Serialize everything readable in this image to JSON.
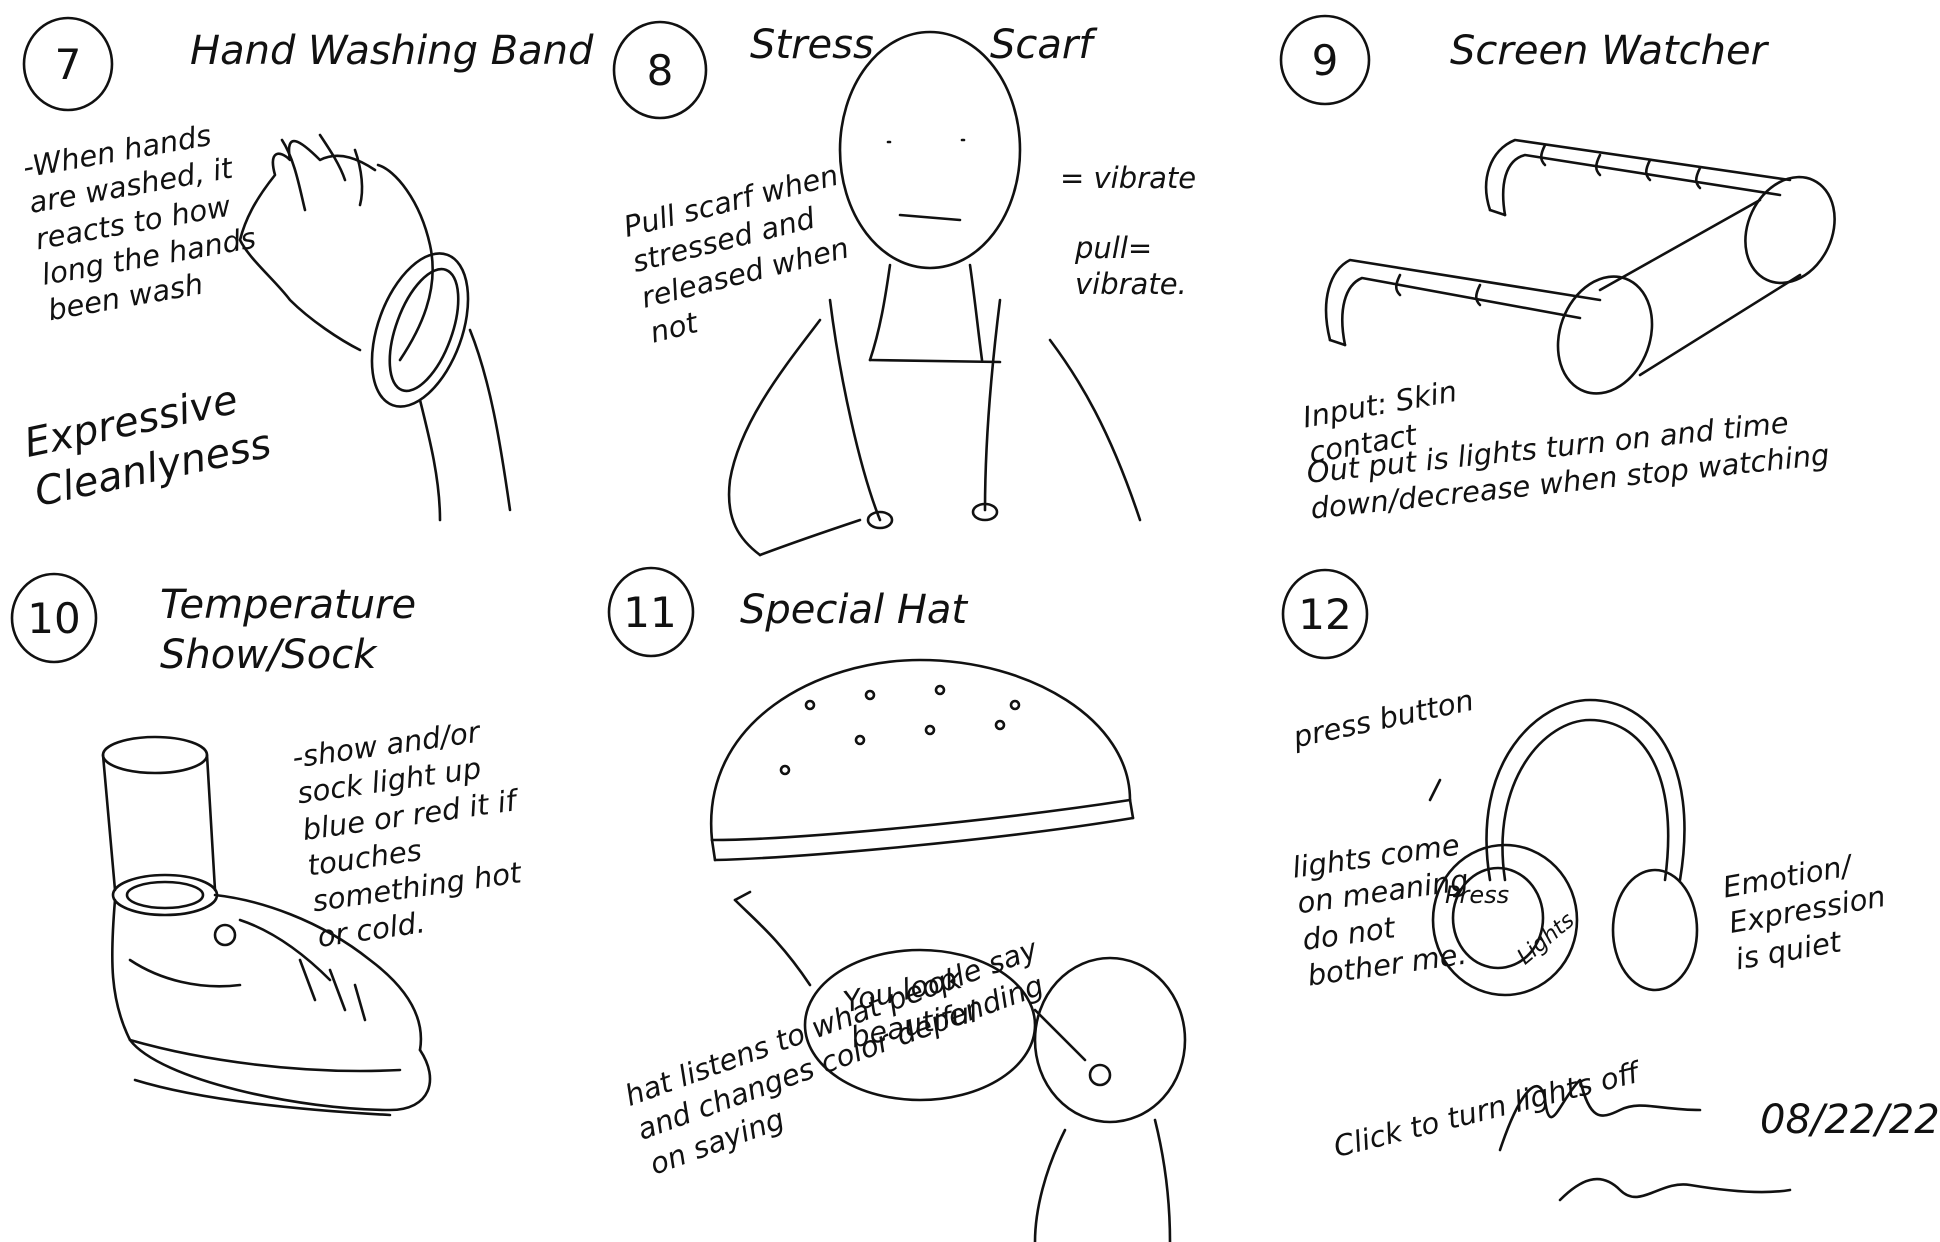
{
  "panels": [
    {
      "number": "7",
      "title": "Hand Washing Band",
      "notes": [
        "-When hands are washed, it reacts to how long the hands been wash",
        "Expressive Cleanlyness"
      ]
    },
    {
      "number": "8",
      "title_left": "Stress",
      "title_right": "Scarf",
      "notes": [
        "Pull scarf when stressed and released when not",
        "= vibrate",
        "pull= vibrate."
      ]
    },
    {
      "number": "9",
      "title": "Screen Watcher",
      "notes": [
        "Input: Skin contact",
        "Out put is lights turn on and time down/decrease when stop watching"
      ]
    },
    {
      "number": "10",
      "title": "Temperature Show/Sock",
      "notes": [
        "-show and/or sock light up blue or red it if touches something hot or cold."
      ]
    },
    {
      "number": "11",
      "title": "Special Hat",
      "notes": [
        "You look beautiful",
        "hat listens to what people say and changes color depending on saying"
      ]
    },
    {
      "number": "12",
      "title": "",
      "notes": [
        "press button",
        "lights come on meaning do not bother me.",
        "Press",
        "Lights",
        "Emotion/ Expression is quiet",
        "Click to turn lights off"
      ]
    }
  ],
  "signature": {
    "date": "08/22/22"
  }
}
